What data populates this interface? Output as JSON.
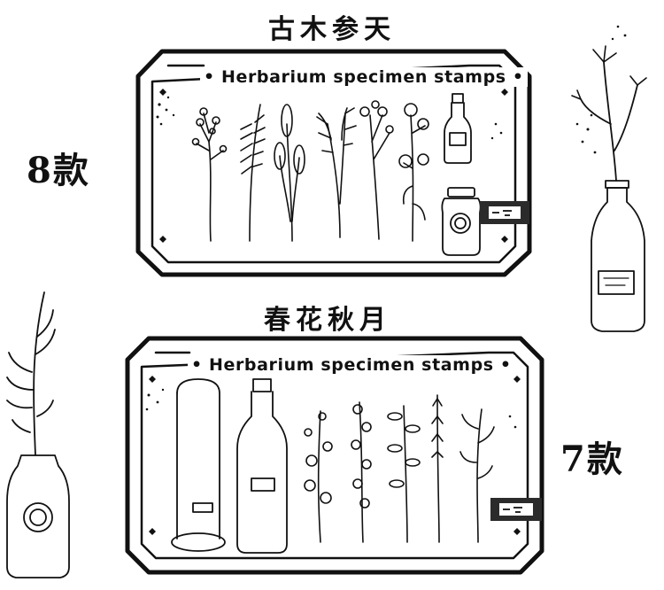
{
  "sets": [
    {
      "title": "古木参天",
      "frame_title": "• Herbarium specimen stamps •",
      "count_label": "8款"
    },
    {
      "title": "春花秋月",
      "frame_title": "• Herbarium specimen stamps •",
      "count_label": "7款"
    }
  ],
  "colors": {
    "ink": "#111111",
    "paper": "#ffffff",
    "tape": "#2b2b2b"
  }
}
